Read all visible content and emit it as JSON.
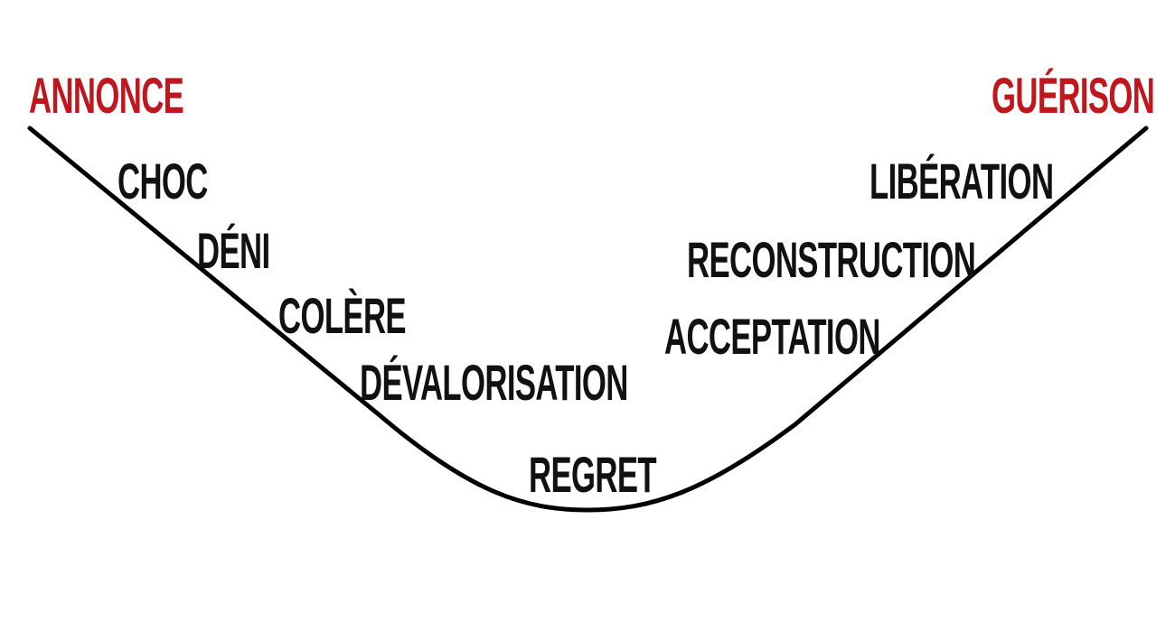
{
  "colors": {
    "endpoint": "#c0161e",
    "stage": "#111111",
    "curve": "#000000"
  },
  "endpoints": {
    "start": "ANNONCE",
    "end": "GUÉRISON"
  },
  "descent": [
    "CHOC",
    "DÉNI",
    "COLÈRE",
    "DÉVALORISATION"
  ],
  "bottom": "REGRET",
  "ascent": [
    "ACCEPTATION",
    "RECONSTRUCTION",
    "LIBÉRATION"
  ]
}
